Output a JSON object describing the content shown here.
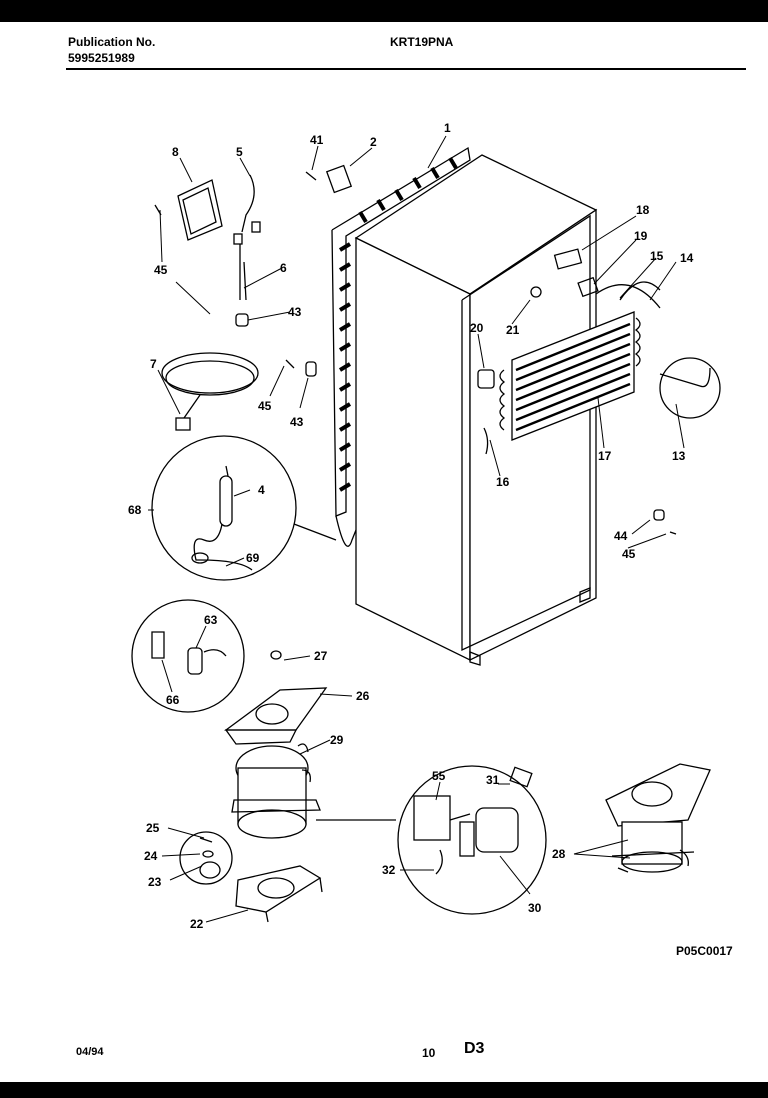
{
  "header": {
    "publication_label": "Publication No.",
    "publication_number": "5995251989",
    "model": "KRT19PNA"
  },
  "footer": {
    "date": "04/94",
    "page_number": "10",
    "section": "D3",
    "drawing_code": "P05C0017"
  },
  "callouts": [
    "1",
    "2",
    "41",
    "8",
    "5",
    "6",
    "45",
    "43",
    "7",
    "45",
    "43",
    "18",
    "19",
    "15",
    "14",
    "20",
    "21",
    "13",
    "17",
    "16",
    "4",
    "68",
    "69",
    "44",
    "45",
    "63",
    "66",
    "27",
    "26",
    "29",
    "25",
    "24",
    "23",
    "22",
    "55",
    "31",
    "32",
    "30",
    "28"
  ]
}
